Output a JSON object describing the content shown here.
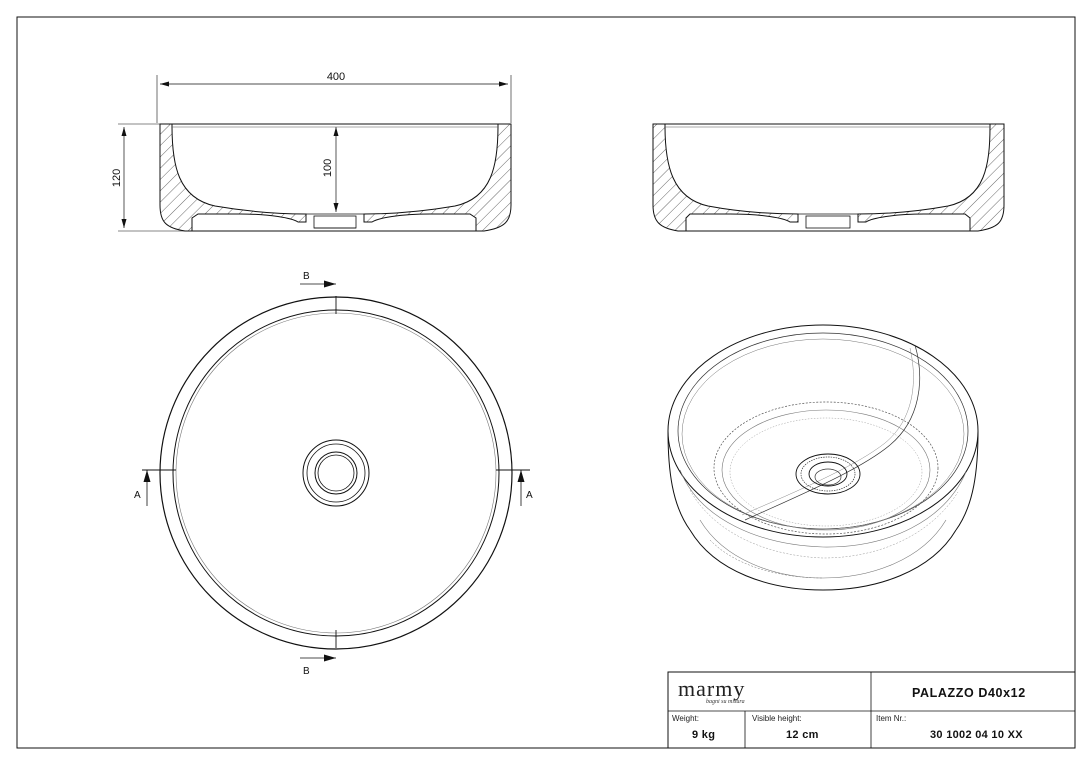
{
  "dimensions": {
    "width": "400",
    "height_total": "120",
    "height_inner": "100"
  },
  "section_labels": {
    "a_left": "A",
    "a_right": "A",
    "b_top": "B",
    "b_bottom": "B"
  },
  "title_block": {
    "logo_text": "marmy",
    "logo_tagline": "bagni su misura",
    "product_name": "PALAZZO D40x12",
    "weight_label": "Weight:",
    "weight_value": "9 kg",
    "visible_height_label": "Visible height:",
    "visible_height_value": "12 cm",
    "item_nr_label": "Item Nr.:",
    "item_nr_value": "30 1002 04 10 XX"
  },
  "colors": {
    "line": "#111111",
    "hatch": "#444444",
    "light_line": "#777777"
  }
}
